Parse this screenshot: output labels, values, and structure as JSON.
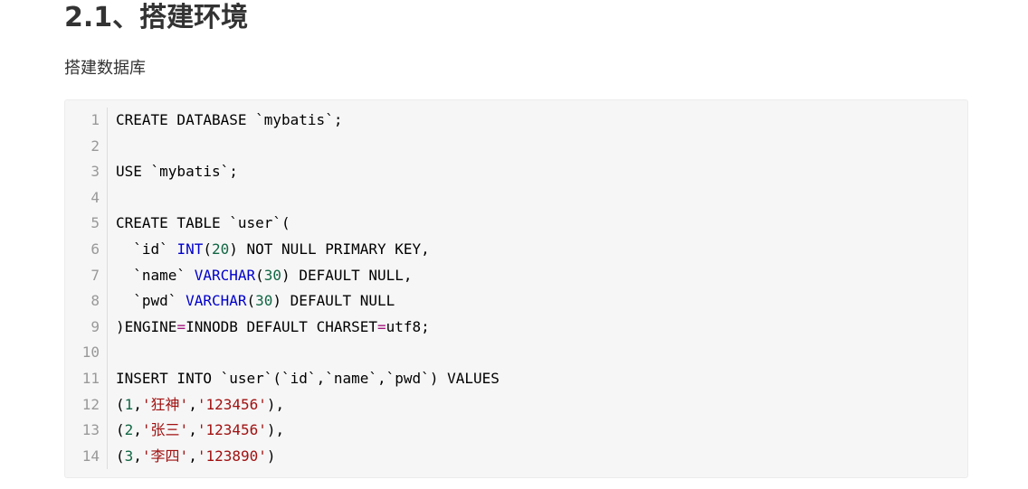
{
  "heading": "2.1、搭建环境",
  "paragraph": "搭建数据库",
  "code": {
    "language": "sql",
    "lines": [
      [
        {
          "t": "CREATE DATABASE ",
          "c": "kw"
        },
        {
          "t": "`mybatis`",
          "c": "plain"
        },
        {
          "t": ";",
          "c": "plain"
        }
      ],
      [],
      [
        {
          "t": "USE ",
          "c": "kw"
        },
        {
          "t": "`mybatis`",
          "c": "plain"
        },
        {
          "t": ";",
          "c": "plain"
        }
      ],
      [],
      [
        {
          "t": "CREATE TABLE ",
          "c": "kw"
        },
        {
          "t": "`user`",
          "c": "plain"
        },
        {
          "t": "(",
          "c": "plain"
        }
      ],
      [
        {
          "t": "  `id` ",
          "c": "plain"
        },
        {
          "t": "INT",
          "c": "type"
        },
        {
          "t": "(",
          "c": "plain"
        },
        {
          "t": "20",
          "c": "num"
        },
        {
          "t": ") NOT NULL PRIMARY KEY,",
          "c": "kw"
        }
      ],
      [
        {
          "t": "  `name` ",
          "c": "plain"
        },
        {
          "t": "VARCHAR",
          "c": "type"
        },
        {
          "t": "(",
          "c": "plain"
        },
        {
          "t": "30",
          "c": "num"
        },
        {
          "t": ") DEFAULT NULL,",
          "c": "kw"
        }
      ],
      [
        {
          "t": "  `pwd` ",
          "c": "plain"
        },
        {
          "t": "VARCHAR",
          "c": "type"
        },
        {
          "t": "(",
          "c": "plain"
        },
        {
          "t": "30",
          "c": "num"
        },
        {
          "t": ") DEFAULT NULL",
          "c": "kw"
        }
      ],
      [
        {
          "t": ")ENGINE",
          "c": "kw"
        },
        {
          "t": "=",
          "c": "op"
        },
        {
          "t": "INNODB DEFAULT CHARSET",
          "c": "kw"
        },
        {
          "t": "=",
          "c": "op"
        },
        {
          "t": "utf8;",
          "c": "plain"
        }
      ],
      [],
      [
        {
          "t": "INSERT INTO ",
          "c": "kw"
        },
        {
          "t": "`user`",
          "c": "plain"
        },
        {
          "t": "(",
          "c": "plain"
        },
        {
          "t": "`id`",
          "c": "plain"
        },
        {
          "t": ",",
          "c": "plain"
        },
        {
          "t": "`name`",
          "c": "plain"
        },
        {
          "t": ",",
          "c": "plain"
        },
        {
          "t": "`pwd`",
          "c": "plain"
        },
        {
          "t": ") VALUES",
          "c": "kw"
        }
      ],
      [
        {
          "t": "(",
          "c": "plain"
        },
        {
          "t": "1",
          "c": "num"
        },
        {
          "t": ",",
          "c": "plain"
        },
        {
          "t": "'狂神'",
          "c": "str"
        },
        {
          "t": ",",
          "c": "plain"
        },
        {
          "t": "'123456'",
          "c": "str"
        },
        {
          "t": "),",
          "c": "plain"
        }
      ],
      [
        {
          "t": "(",
          "c": "plain"
        },
        {
          "t": "2",
          "c": "num"
        },
        {
          "t": ",",
          "c": "plain"
        },
        {
          "t": "'张三'",
          "c": "str"
        },
        {
          "t": ",",
          "c": "plain"
        },
        {
          "t": "'123456'",
          "c": "str"
        },
        {
          "t": "),",
          "c": "plain"
        }
      ],
      [
        {
          "t": "(",
          "c": "plain"
        },
        {
          "t": "3",
          "c": "num"
        },
        {
          "t": ",",
          "c": "plain"
        },
        {
          "t": "'李四'",
          "c": "str"
        },
        {
          "t": ",",
          "c": "plain"
        },
        {
          "t": "'123890'",
          "c": "str"
        },
        {
          "t": ")",
          "c": "plain"
        }
      ]
    ],
    "line_numbers": [
      "1",
      "2",
      "3",
      "4",
      "5",
      "6",
      "7",
      "8",
      "9",
      "10",
      "11",
      "12",
      "13",
      "14"
    ]
  },
  "colors": {
    "keyword": "#000000",
    "type": "#0000cc",
    "number": "#116644",
    "operator": "#a1187d",
    "string": "#a11111",
    "line_number": "#999999",
    "code_background": "#f6f6f6"
  }
}
